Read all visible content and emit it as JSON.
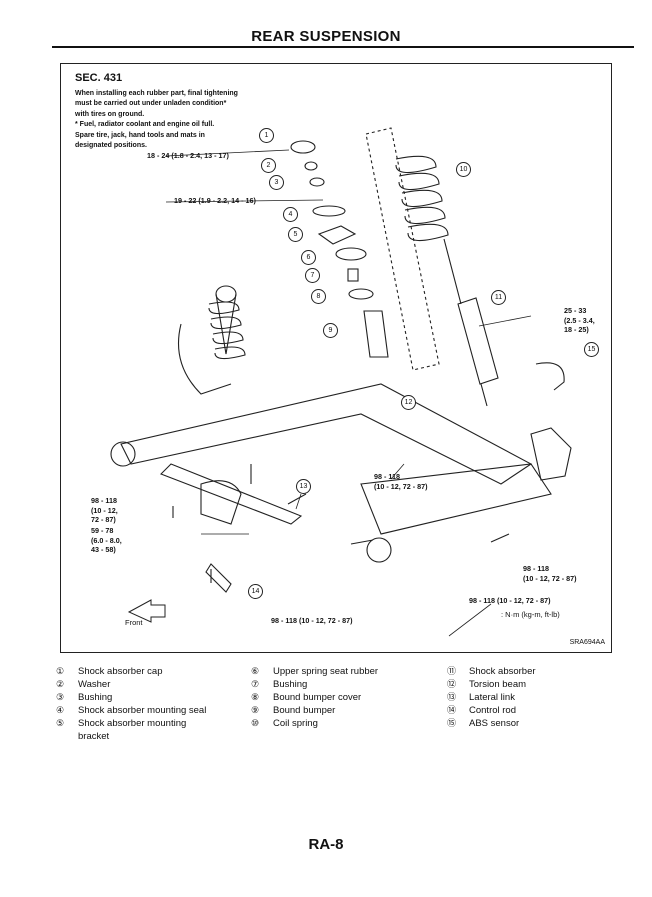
{
  "page_title": "REAR SUSPENSION",
  "diagram": {
    "section": "SEC. 431",
    "install_note": "When installing each rubber part, final tightening\nmust be carried out under unladen condition*\nwith tires on ground.\n*  Fuel, radiator coolant and engine oil full.\n   Spare tire, jack, hand tools and mats in\n   designated positions.",
    "torques": [
      "18 - 24 (1.8 - 2.4, 13 - 17)",
      "19 - 22 (1.9 - 2.2, 14 - 16)",
      "25 - 33\n(2.5 - 3.4,\n18 - 25)",
      "98 - 118\n(10 - 12, 72 - 87)",
      "98 - 118\n(10 - 12,\n72 - 87)",
      "59 - 78\n(6.0 - 8.0,\n43 - 58)",
      "98 - 118\n(10 - 12, 72 - 87)",
      "98 - 118 (10 - 12, 72 - 87)",
      "98 - 118 (10 - 12, 72 - 87)"
    ],
    "unit_note": ": N·m (kg-m, ft-lb)",
    "front_label": "Front",
    "figure_id": "SRA694AA",
    "callouts": [
      "1",
      "2",
      "3",
      "4",
      "5",
      "6",
      "7",
      "8",
      "9",
      "10",
      "11",
      "12",
      "13",
      "14",
      "15"
    ]
  },
  "legend": {
    "col1": [
      {
        "num": "①",
        "label": "Shock absorber cap"
      },
      {
        "num": "②",
        "label": "Washer"
      },
      {
        "num": "③",
        "label": "Bushing"
      },
      {
        "num": "④",
        "label": "Shock absorber mounting seal"
      },
      {
        "num": "⑤",
        "label": "Shock absorber mounting\nbracket"
      }
    ],
    "col2": [
      {
        "num": "⑥",
        "label": "Upper spring seat rubber"
      },
      {
        "num": "⑦",
        "label": "Bushing"
      },
      {
        "num": "⑧",
        "label": "Bound bumper cover"
      },
      {
        "num": "⑨",
        "label": "Bound bumper"
      },
      {
        "num": "⑩",
        "label": "Coil spring"
      }
    ],
    "col3": [
      {
        "num": "⑪",
        "label": "Shock absorber"
      },
      {
        "num": "⑫",
        "label": "Torsion beam"
      },
      {
        "num": "⑬",
        "label": "Lateral link"
      },
      {
        "num": "⑭",
        "label": "Control rod"
      },
      {
        "num": "⑮",
        "label": "ABS sensor"
      }
    ]
  },
  "page_number": "RA-8"
}
